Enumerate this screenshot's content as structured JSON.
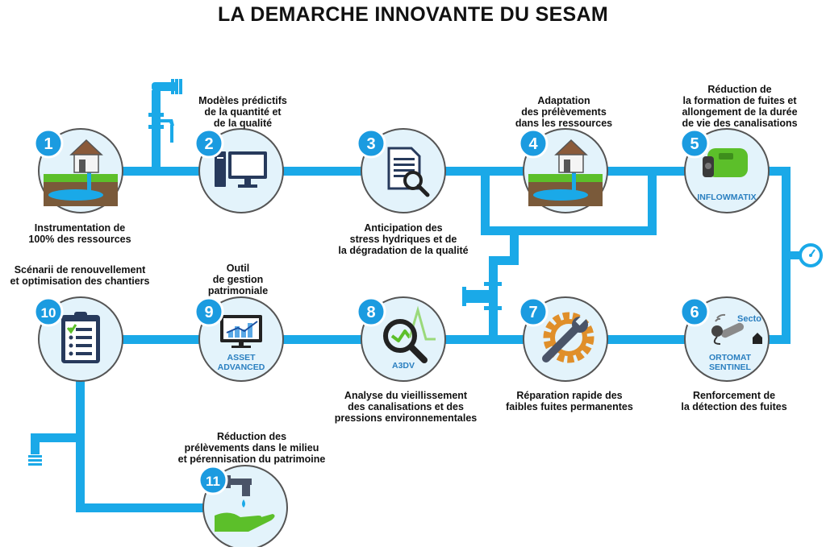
{
  "title": "LA DEMARCHE INNOVANTE DU SESAM",
  "colors": {
    "pipe": "#1aa9e8",
    "badge": "#1b9be0",
    "circle_fill": "#e3f3fb",
    "circle_stroke": "#555555",
    "green": "#5cbf2a",
    "navy": "#273a5c",
    "ground": "#7a5a3a"
  },
  "steps": [
    {
      "num": "1",
      "icon": "house-well-icon",
      "caption": "Instrumentation de\n100% des ressources"
    },
    {
      "num": "2",
      "icon": "computer-icon",
      "caption": "Modèles prédictifs\nde la quantité et\nde la qualité"
    },
    {
      "num": "3",
      "icon": "document-search-icon",
      "caption": "Anticipation des\nstress hydriques et de\nla dégradation de la qualité"
    },
    {
      "num": "4",
      "icon": "house-well-icon",
      "caption": "Adaptation\ndes prélèvements\ndans les ressources"
    },
    {
      "num": "5",
      "icon": "flow-meter-icon",
      "label": "INFLOWMATIX",
      "caption": "Réduction de\nla formation de fuites et\nallongement de la durée\nde vie des canalisations"
    },
    {
      "num": "6",
      "icon": "sensor-icon",
      "label": "ORTOMAT\nSENTINEL",
      "sublabel": "Secto",
      "caption": "Renforcement de\nla détection des fuites"
    },
    {
      "num": "7",
      "icon": "wrench-gear-icon",
      "caption": "Réparation rapide des\nfaibles fuites permanentes"
    },
    {
      "num": "8",
      "icon": "magnifier-chart-icon",
      "label": "A3DV",
      "caption": "Analyse du vieillissement\ndes canalisations et des\npressions environnementales"
    },
    {
      "num": "9",
      "icon": "monitor-chart-icon",
      "label": "ASSET\nADVANCED",
      "caption": "Outil\nde gestion\npatrimoniale"
    },
    {
      "num": "10",
      "icon": "clipboard-checklist-icon",
      "caption": "Scénarii de renouvellement\net optimisation des chantiers"
    },
    {
      "num": "11",
      "icon": "tap-hand-icon",
      "caption": "Réduction des\nprélèvements dans le milieu\net pérennisation du patrimoine"
    }
  ]
}
